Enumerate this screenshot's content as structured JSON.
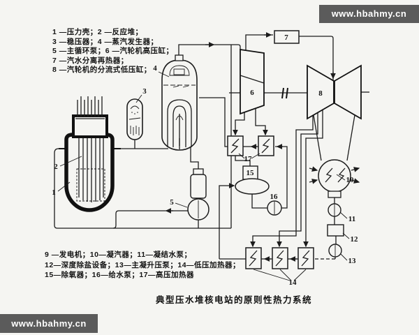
{
  "watermark": {
    "top_right": "www.hbahmy.cn",
    "bottom_left": "www.hbahmy.cn"
  },
  "legend_top": {
    "lines": [
      "1 —压力壳；2 —反应堆；",
      "3 —稳压器；4 —蒸汽发生器；",
      "5 —主循环泵；6 —汽轮机高压缸；",
      "7 —汽水分离再热器；",
      "8 —汽轮机的分流式低压缸；"
    ]
  },
  "legend_bottom": {
    "lines": [
      "9 —发电机；10—凝汽器；11—凝结水泵；",
      "12—深度除盐设备；13—主凝升压泵；14—低压加热器；",
      "15—除氧器；16—给水泵；17—高压加热器"
    ]
  },
  "caption": "典型压水堆核电站的原则性热力系统",
  "labels": {
    "n1": "1",
    "n2": "2",
    "n3": "3",
    "n4": "4",
    "n5": "5",
    "n6": "6",
    "n7": "7",
    "n8": "8",
    "n10": "10",
    "n11": "11",
    "n12": "12",
    "n13": "13",
    "n14": "14",
    "n15": "15",
    "n16": "16",
    "n17": "17"
  },
  "colors": {
    "line": "#1c1c1c",
    "paper": "#f5f5f2",
    "watermark_bg": "#5b5b5b",
    "watermark_text": "#ffffff"
  }
}
